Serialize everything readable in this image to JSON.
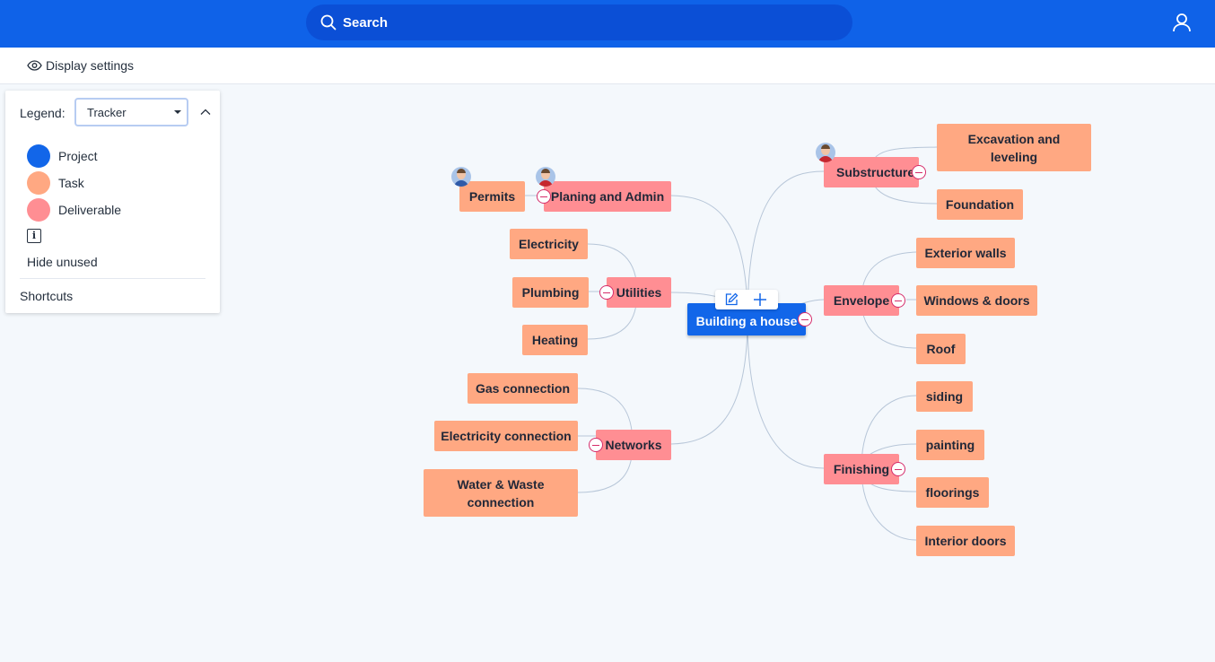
{
  "header": {
    "search_label": "Search",
    "search_icon": "magnifier",
    "user_icon": "user-outline",
    "brand_color": "#0f62e8"
  },
  "toolbar": {
    "display_settings_label": "Display settings",
    "display_settings_icon": "eye"
  },
  "legend": {
    "label": "Legend:",
    "selected": "Tracker",
    "items": [
      {
        "label": "Project",
        "color": "#1266e9"
      },
      {
        "label": "Task",
        "color": "#ffa882"
      },
      {
        "label": "Deliverable",
        "color": "#ff8e93"
      }
    ],
    "info_glyph": "i",
    "hide_unused_label": "Hide unused",
    "shortcuts_label": "Shortcuts"
  },
  "mindmap": {
    "root": "Building a house",
    "planning": {
      "label": "Planing and Admin",
      "children": [
        "Permits"
      ]
    },
    "utilities": {
      "label": "Utilities",
      "children": [
        "Electricity",
        "Plumbing",
        "Heating"
      ]
    },
    "networks": {
      "label": "Networks",
      "children": [
        "Gas connection",
        "Electricity connection",
        "Water & Waste connection"
      ]
    },
    "substructure": {
      "label": "Substructure",
      "children": [
        "Excavation and leveling",
        "Foundation"
      ]
    },
    "envelope": {
      "label": "Envelope",
      "children": [
        "Exterior walls",
        "Windows & doors",
        "Roof"
      ]
    },
    "finishing": {
      "label": "Finishing",
      "children": [
        "siding",
        "painting",
        "floorings",
        "Interior doors"
      ]
    }
  }
}
